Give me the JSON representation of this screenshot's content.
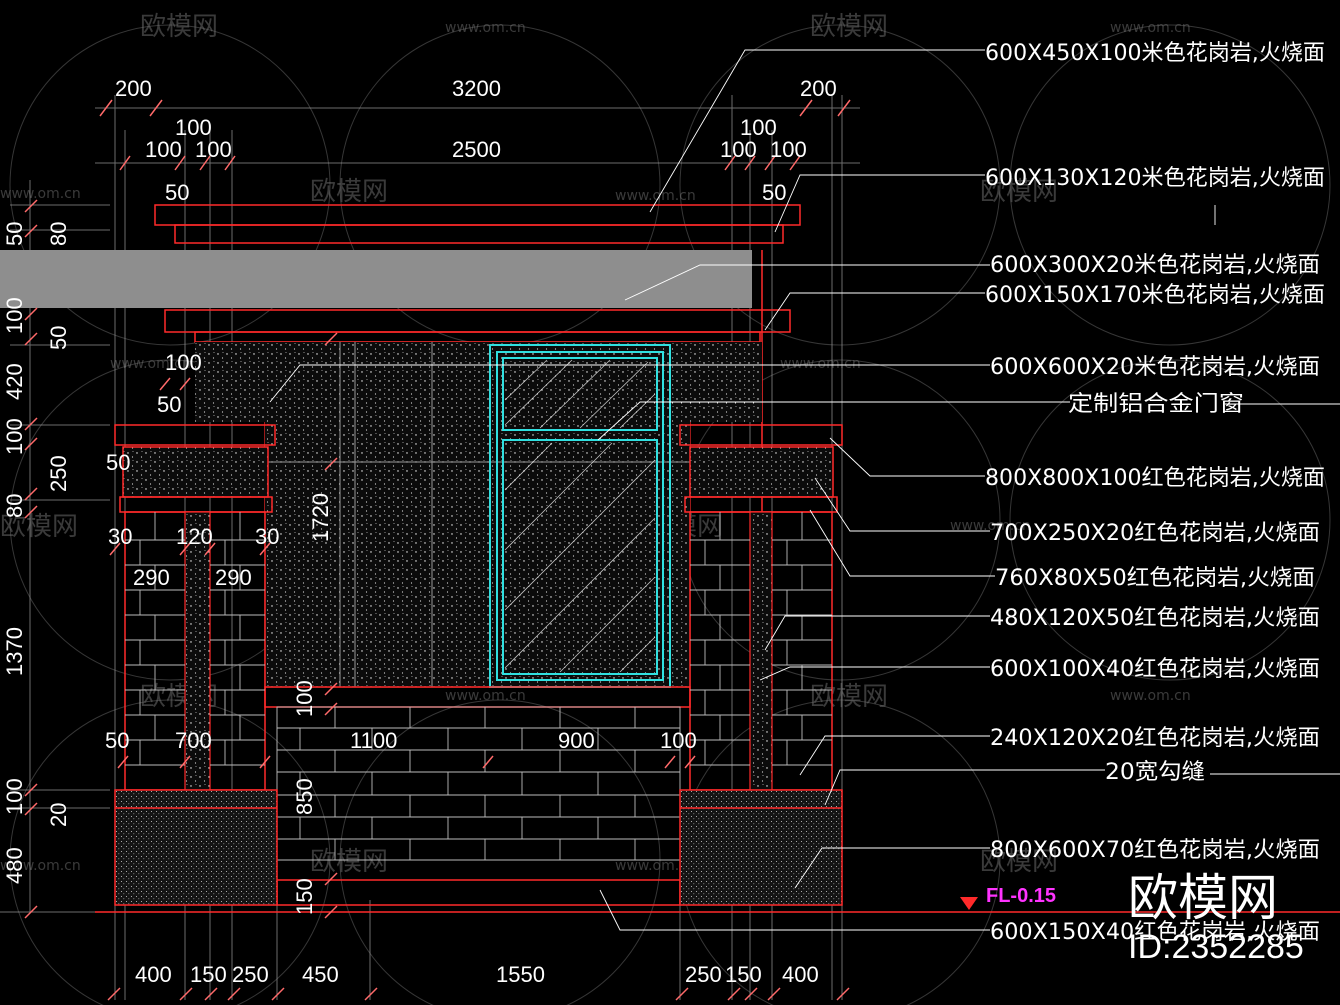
{
  "watermark": {
    "brand": "欧模网",
    "url": "www.om.cn"
  },
  "brand_mark": {
    "name": "欧模网",
    "id": "ID:2352285"
  },
  "level_mark": {
    "text": "FL-0.15",
    "color": "#ff33ff"
  },
  "colors": {
    "line": "#ff2a2a",
    "text": "#ffffff",
    "glass": "#30e0e0",
    "background": "#000000"
  },
  "top_dims": {
    "row1": [
      "200",
      "3200",
      "200"
    ],
    "row2": [
      "100",
      "100"
    ],
    "row3": [
      "100",
      "100",
      "2500",
      "100",
      "100"
    ],
    "row4": [
      "50",
      "50"
    ]
  },
  "left_dims": [
    "80",
    "100",
    "50",
    "420",
    "100",
    "250",
    "80",
    "1370",
    "100",
    "20",
    "480"
  ],
  "left_partial": "50",
  "inner_dims": {
    "d100a": "100",
    "d50a": "50",
    "d50b": "50",
    "d30a": "30",
    "d120": "120",
    "d30b": "30",
    "d290a": "290",
    "d290b": "290",
    "d1720": "1720",
    "d100v": "100",
    "d50c": "50",
    "d700": "700",
    "d1100": "1100",
    "d900": "900",
    "d100c": "100",
    "d850": "850",
    "d150v": "150"
  },
  "bottom_dims": [
    "400",
    "150",
    "250",
    "450",
    "1550",
    "250",
    "150",
    "400"
  ],
  "annotations": [
    "600X450X100米色花岗岩,火烧面",
    "600X130X120米色花岗岩,火烧面",
    "600X300X20米色花岗岩,火烧面",
    "600X150X170米色花岗岩,火烧面",
    "600X600X20米色花岗岩,火烧面",
    "定制铝合金门窗",
    "800X800X100红色花岗岩,火烧面",
    "700X250X20红色花岗岩,火烧面",
    "760X80X50红色花岗岩,火烧面",
    "480X120X50红色花岗岩,火烧面",
    "600X100X40红色花岗岩,火烧面",
    "240X120X20红色花岗岩,火烧面",
    "20宽勾缝",
    "800X600X70红色花岗岩,火烧面",
    "600X150X40红色花岗岩,火烧面"
  ]
}
